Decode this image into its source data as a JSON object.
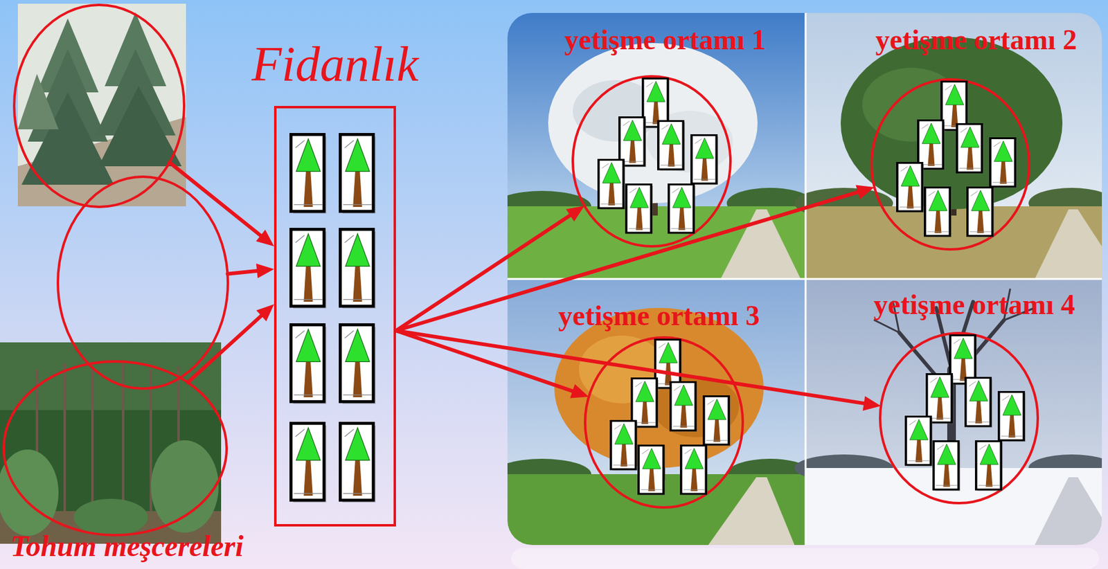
{
  "diagram": {
    "nodes": [
      {
        "text": []
      },
      {
        "text": []
      },
      {
        "text": []
      },
      {
        "text": [
          "Fidanlık"
        ]
      },
      {
        "text": [
          "yetişme ortamı 1"
        ]
      },
      {
        "text": [],
        "in": 4
      },
      {
        "text": [
          "yetişme ortamı 2"
        ]
      },
      {
        "text": [],
        "in": 6
      },
      {
        "text": [
          "yetişme ortamı 3"
        ]
      },
      {
        "text": [],
        "in": 8
      },
      {
        "text": [
          "yetişme ortamı 4"
        ]
      },
      {
        "text": [],
        "in": 10
      }
    ],
    "edges": [
      {
        "from": 0,
        "to": 3,
        "arrow": "to"
      },
      {
        "from": 1,
        "to": 3,
        "arrow": "to"
      },
      {
        "from": 2,
        "to": 3,
        "arrow": "to"
      },
      {
        "from": 3,
        "to": 5,
        "arrow": "to"
      },
      {
        "from": 3,
        "to": 7,
        "arrow": "to"
      },
      {
        "from": 3,
        "to": 9,
        "arrow": "to"
      },
      {
        "from": 3,
        "to": 11,
        "arrow": "to"
      }
    ],
    "labels": [
      "Tohum meşcereleri"
    ]
  }
}
